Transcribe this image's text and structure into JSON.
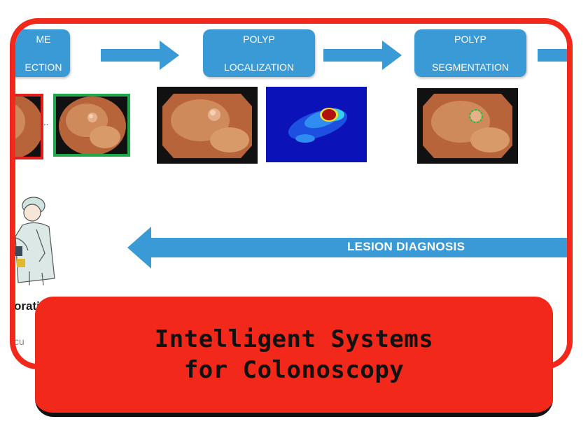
{
  "pipeline": {
    "steps": [
      {
        "lines": [
          "ME",
          "ECTION"
        ]
      },
      {
        "lines": [
          "POLYP",
          "LOCALIZATION"
        ]
      },
      {
        "lines": [
          "POLYP",
          "SEGMENTATION"
        ]
      }
    ],
    "dots": "..",
    "lesion_diagnosis_label": "LESION DIAGNOSIS",
    "partial_word": "orati",
    "partial_caption": "cu"
  },
  "title_card": {
    "line1": "Intelligent Systems",
    "line2": "for Colonoscopy"
  },
  "colors": {
    "frame_red": "#f2281a",
    "step_blue": "#3a9ad6",
    "arrow_blue": "#3a9ad6",
    "green_border": "#1fa84a",
    "red_border": "#e0201c"
  }
}
